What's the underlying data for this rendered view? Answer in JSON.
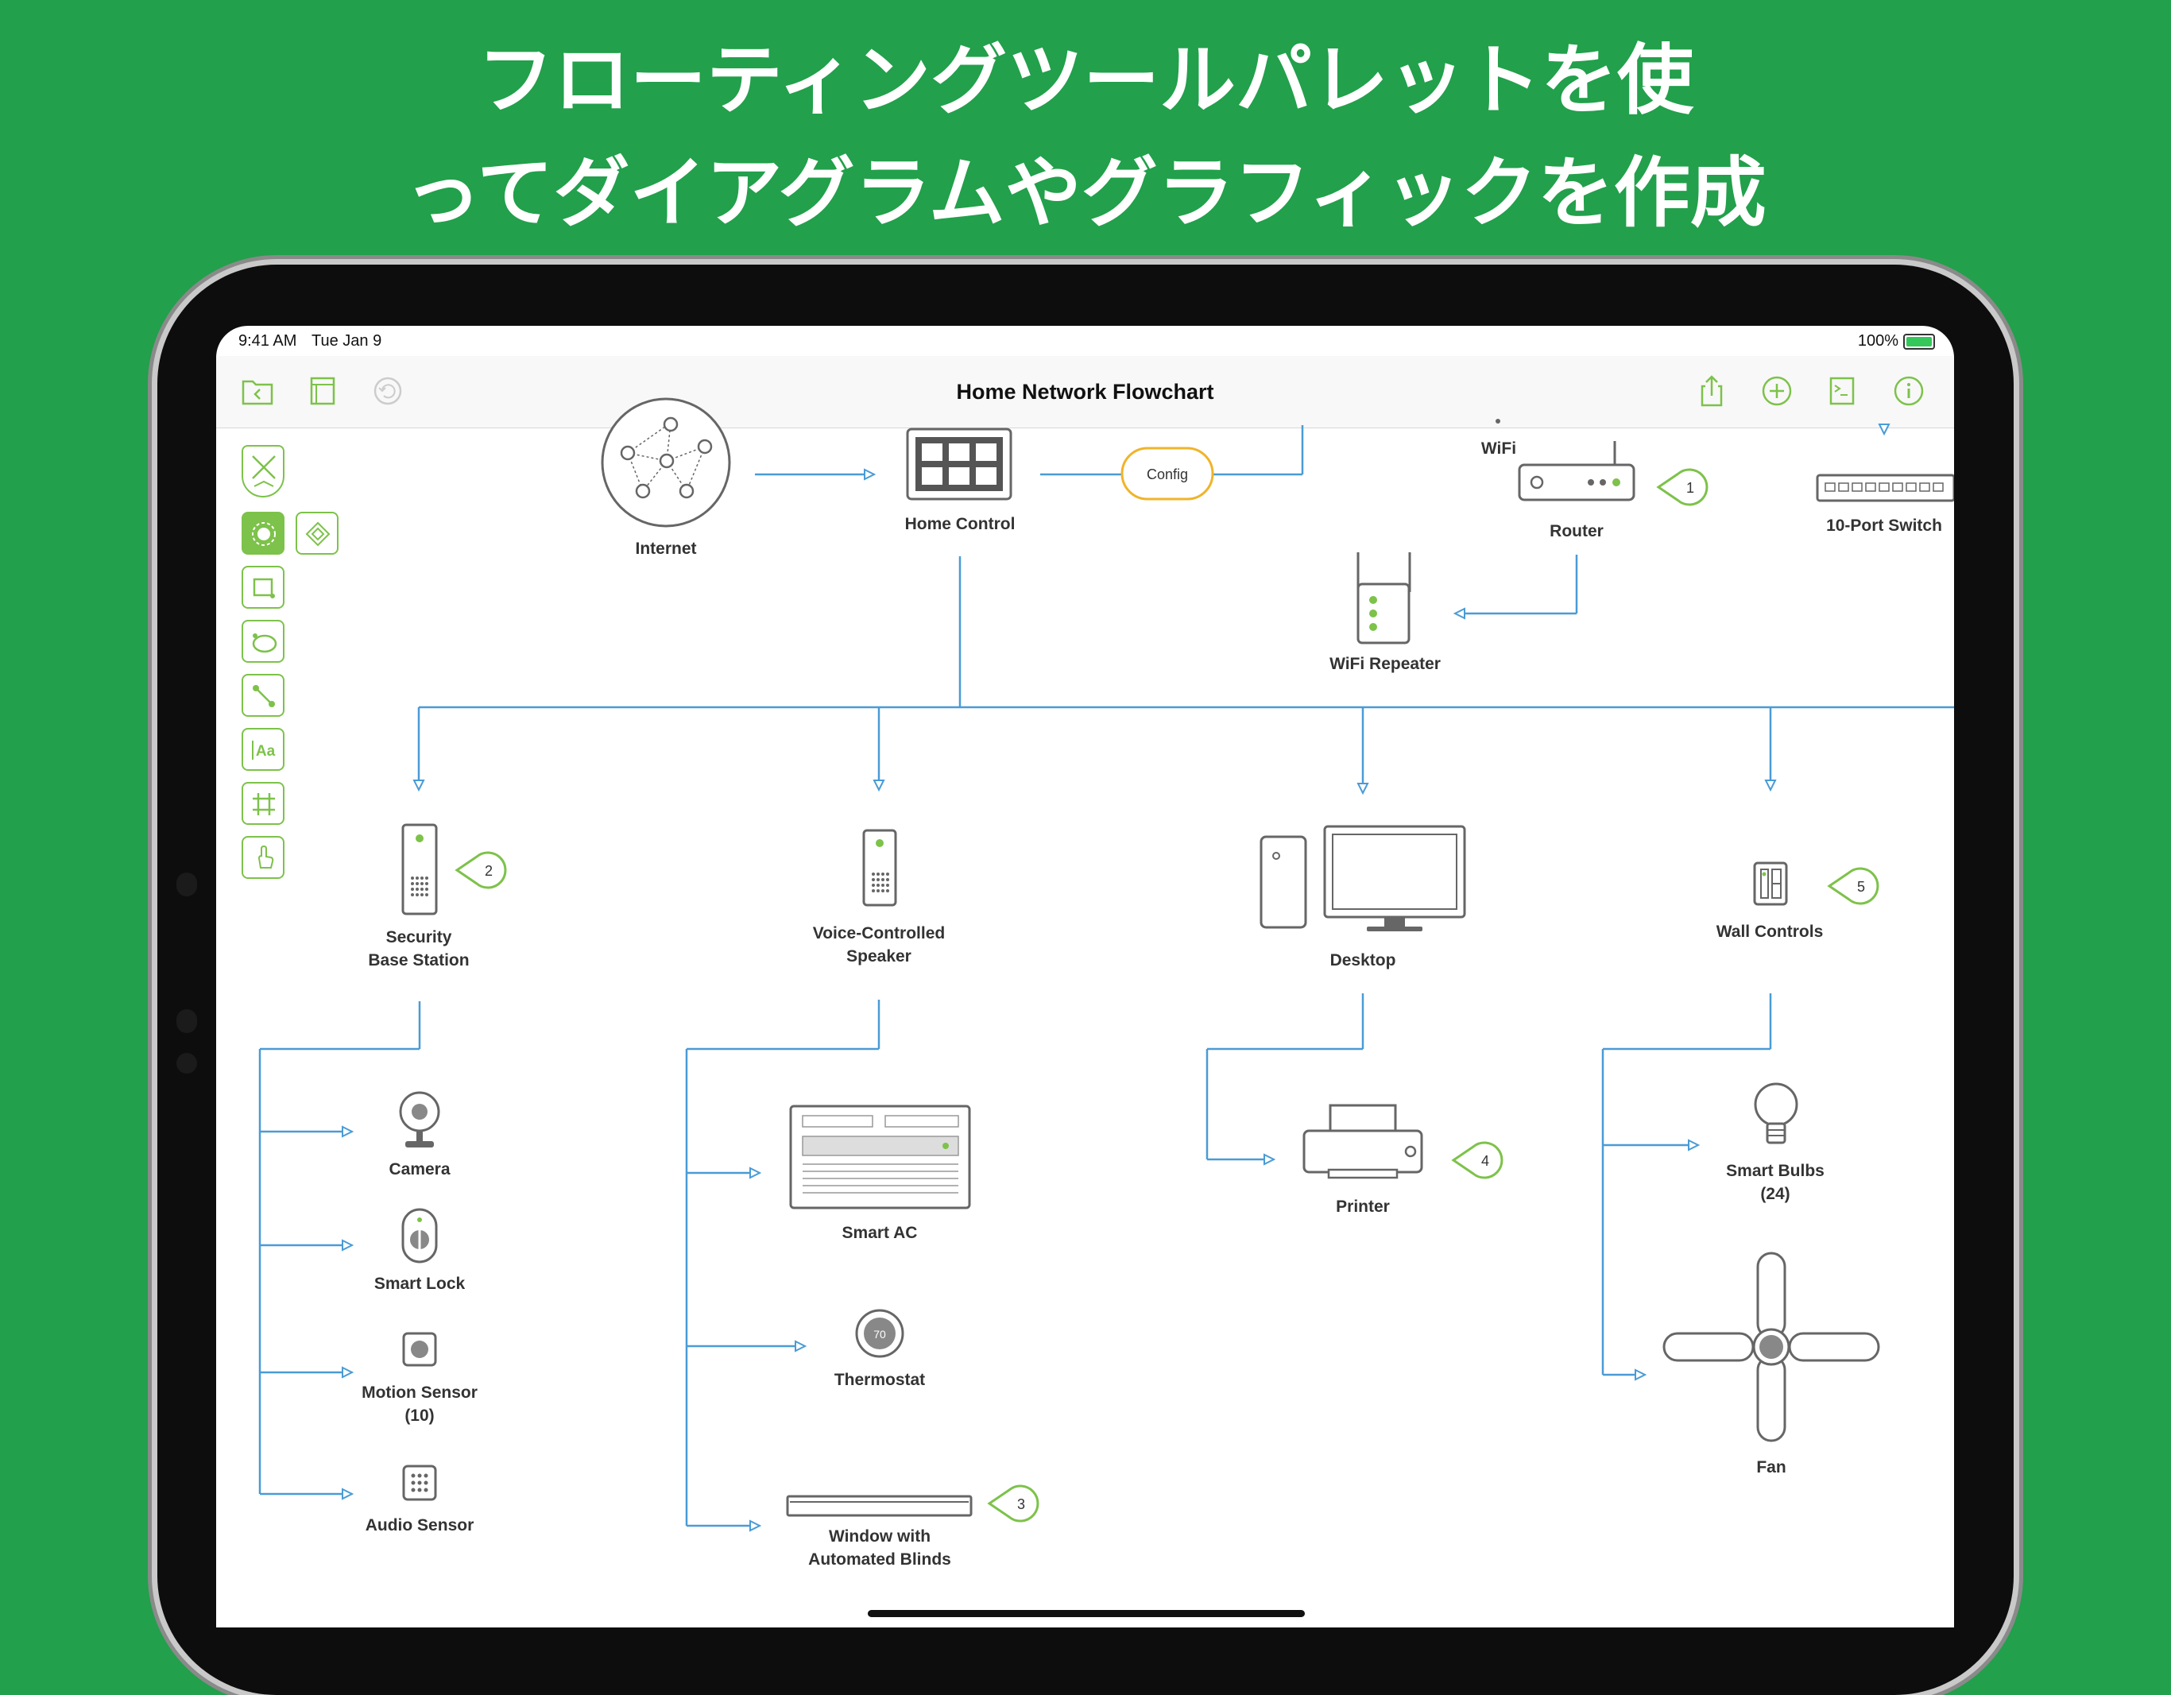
{
  "headline": {
    "line1": "フローティングツールパレットを使",
    "line2": "ってダイアグラムやグラフィックを作成"
  },
  "status": {
    "time": "9:41 AM",
    "date": "Tue Jan 9",
    "battery": "100%"
  },
  "toolbar": {
    "title": "Home Network Flowchart"
  },
  "colors": {
    "accent_green": "#7dc24a",
    "connector_blue": "#4a9bd6",
    "background": "#22a04b"
  },
  "nodes": {
    "internet": "Internet",
    "home_control": "Home Control",
    "config": "Config",
    "wifi": "WiFi",
    "router": "Router",
    "switch": "10-Port Switch",
    "wifi_repeater": "WiFi Repeater",
    "security_l1": "Security",
    "security_l2": "Base Station",
    "speaker_l1": "Voice-Controlled",
    "speaker_l2": "Speaker",
    "desktop": "Desktop",
    "wall_controls": "Wall Controls",
    "camera": "Camera",
    "smart_lock": "Smart Lock",
    "motion_l1": "Motion Sensor",
    "motion_l2": "(10)",
    "audio_sensor": "Audio Sensor",
    "smart_ac": "Smart AC",
    "thermostat": "Thermostat",
    "thermostat_reading": "70",
    "blinds_l1": "Window with",
    "blinds_l2": "Automated Blinds",
    "printer": "Printer",
    "bulbs_l1": "Smart Bulbs",
    "bulbs_l2": "(24)",
    "fan": "Fan"
  },
  "callouts": {
    "c1": "1",
    "c2": "2",
    "c3": "3",
    "c4": "4",
    "c5": "5"
  },
  "palette_label": "Aa"
}
